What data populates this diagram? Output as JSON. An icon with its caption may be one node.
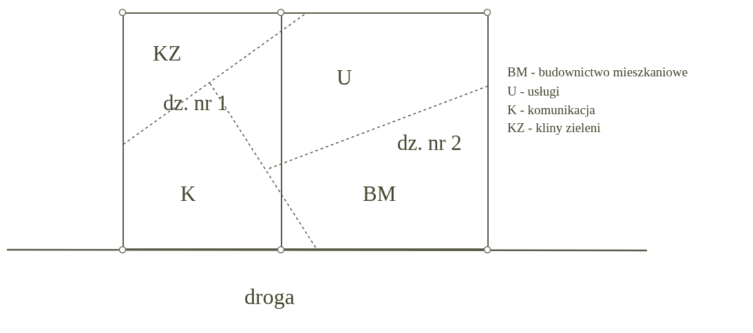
{
  "diagram": {
    "nodes": [
      {
        "text": [
          "KZ",
          "dz. nr 1",
          "K"
        ]
      },
      {
        "text": [
          "U",
          "dz. nr 2",
          "BM"
        ]
      }
    ],
    "labels": [
      "BM - budownictwo mieszkaniowe",
      "U - usługi",
      "K - komunikacja",
      "KZ - kliny zieleni",
      "droga"
    ]
  }
}
